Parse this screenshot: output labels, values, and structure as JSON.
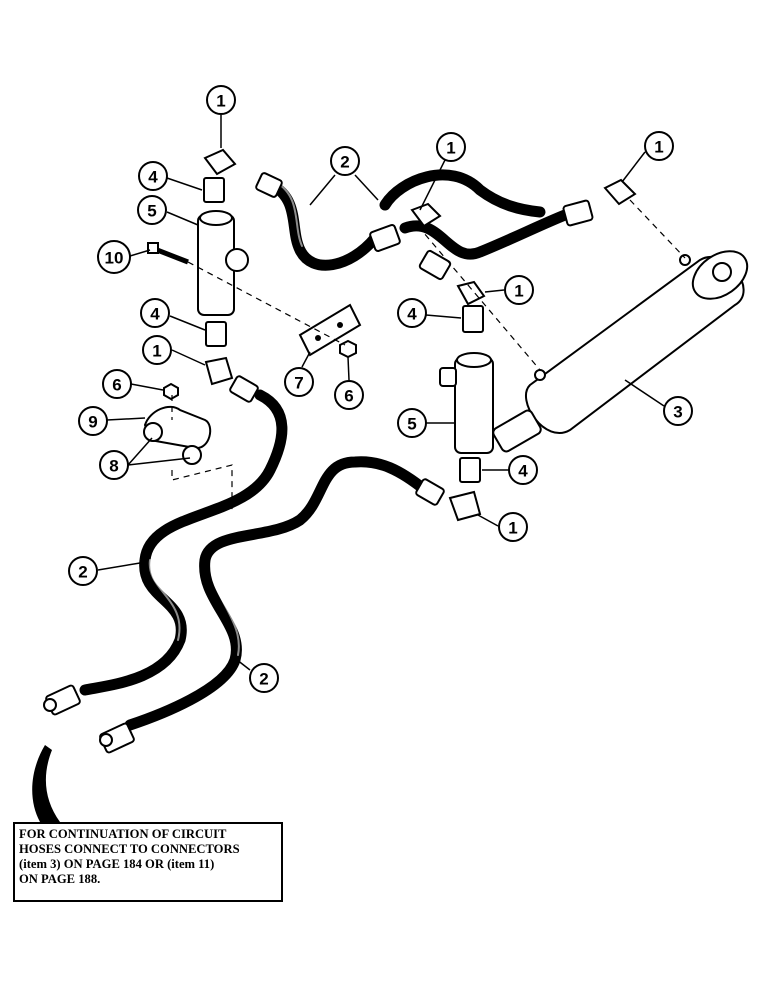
{
  "note": {
    "lines": [
      "FOR CONTINUATION OF CIRCUIT",
      "HOSES CONNECT TO CONNECTORS",
      "(item 3) ON PAGE 184 OR (item 11)",
      "ON PAGE 188."
    ]
  },
  "callouts": {
    "c1a": "1",
    "c1b": "1",
    "c1c": "1",
    "c1d": "1",
    "c1e": "1",
    "c1f": "1",
    "c2a": "2",
    "c2b": "2",
    "c2c": "2",
    "c3": "3",
    "c4a": "4",
    "c4b": "4",
    "c4c": "4",
    "c4d": "4",
    "c5a": "5",
    "c5b": "5",
    "c6a": "6",
    "c6b": "6",
    "c7": "7",
    "c8": "8",
    "c9": "9",
    "c10": "10"
  }
}
